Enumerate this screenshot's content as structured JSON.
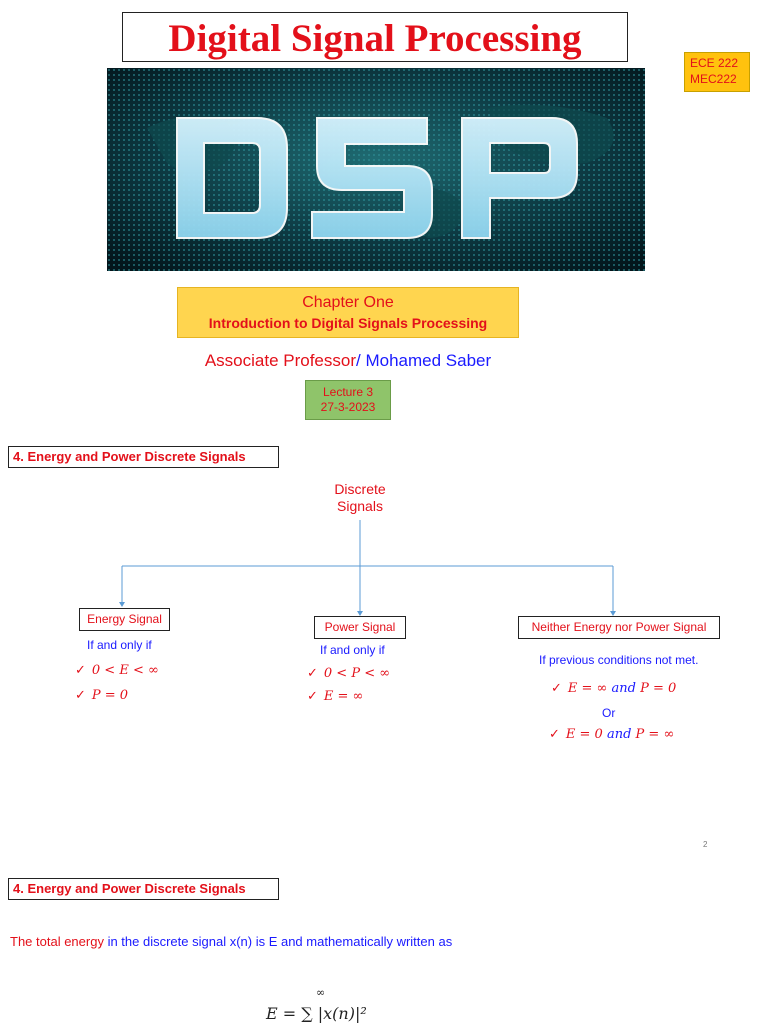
{
  "header": {
    "title": "Digital Signal Processing",
    "course_codes": [
      "ECE 222",
      "MEC222"
    ]
  },
  "banner": {
    "text": "DSP"
  },
  "chapter": {
    "title": "Chapter One",
    "subtitle": "Introduction to Digital Signals Processing"
  },
  "professor": {
    "role": "Associate Professor",
    "separator": "/",
    "name": " Mohamed Saber"
  },
  "lecture": {
    "label": "Lecture 3",
    "date": "27-3-2023"
  },
  "section1": {
    "heading": "4. Energy and Power Discrete Signals"
  },
  "tree": {
    "root_line1": "Discrete",
    "root_line2": "Signals",
    "energy": {
      "label": "Energy Signal",
      "condition_intro": "If and only if",
      "cond1": "0 < E < ∞",
      "cond2": "P = 0"
    },
    "power": {
      "label": "Power Signal",
      "condition_intro": "If and only if",
      "cond1": "0 < P < ∞",
      "cond2": "E = ∞"
    },
    "neither": {
      "label": "Neither Energy nor Power Signal",
      "condition_intro": "If previous conditions not met.",
      "cond1_a": "E = ∞",
      "cond1_and": " and ",
      "cond1_b": "P = 0",
      "or": "Or",
      "cond2_a": "E = 0",
      "cond2_and": " and ",
      "cond2_b": "P = ∞"
    },
    "check_mark": "✓"
  },
  "page_number": "2",
  "section2": {
    "heading": "4. Energy and Power Discrete Signals",
    "text_red": "The total energy",
    "text_blue": " in the discrete signal x(n) is E and mathematically written as",
    "formula": "E = ∑ |x(n)|²",
    "formula_upper": "∞"
  },
  "colors": {
    "red": "#e3101a",
    "blue": "#1a1aff",
    "course_box": "#ffc20e",
    "chapter_box": "#ffd54f",
    "lecture_box": "#8fc46a",
    "connector": "#5b9bd5"
  }
}
